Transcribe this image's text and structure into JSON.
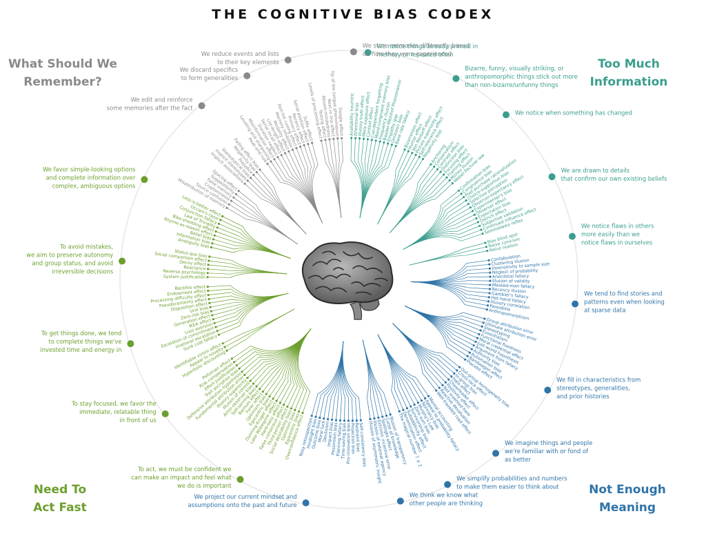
{
  "title": "THE COGNITIVE BIAS CODEX",
  "colors": {
    "remember": "#8a8a8a",
    "info": "#3a9e8e",
    "meaning": "#2f74a8",
    "act": "#6c9f2e",
    "ring": "#e6e6e6"
  },
  "quadrants": {
    "remember": {
      "line1": "What Should We",
      "line2": "Remember?"
    },
    "info": {
      "line1": "Too Much",
      "line2": "Information"
    },
    "act": {
      "line1": "Need To",
      "line2": "Act Fast"
    },
    "meaning": {
      "line1": "Not Enough",
      "line2": "Meaning"
    }
  },
  "center_icon": "brain-icon",
  "groups": [
    {
      "quadrant": "info",
      "label": [
        "We notice things already primed in",
        "memory or repeated often"
      ],
      "biases": [
        "Availability heuristic",
        "Attentional bias",
        "Illusory truth effect",
        "Mere exposure effect",
        "Context effect",
        "Cue-dependent forgetting",
        "Mood-congruent memory bias",
        "Frequency illusion",
        "Baader-Meinhof Phenomenon",
        "Empathy gap",
        "Omission bias",
        "Base rate fallacy"
      ]
    },
    {
      "quadrant": "info",
      "label": [
        "Bizarre, funny, visually striking, or",
        "anthropomorphic things stick out more",
        "than non-bizarre/unfunny things"
      ],
      "biases": [
        "Bizarreness effect",
        "Humor effect",
        "Von Restorff effect",
        "Picture superiority effect",
        "Self-relevance effect",
        "Negativity bias"
      ]
    },
    {
      "quadrant": "info",
      "label": [
        "We notice when something has changed"
      ],
      "biases": [
        "Anchoring",
        "Conservatism",
        "Contrast effect",
        "Distinction bias",
        "Focusing effect",
        "Framing effect",
        "Money illusion",
        "Weber-Fechner law"
      ]
    },
    {
      "quadrant": "info",
      "label": [
        "We are drawn to details",
        "that confirm our own existing beliefs"
      ],
      "biases": [
        "Confirmation bias",
        "Congruence bias",
        "Post-purchase rationalization",
        "Choice-supportive bias",
        "Selective perception",
        "Observer-expectancy effect",
        "Experimenter's bias",
        "Observer effect",
        "Expectation bias",
        "Ostrich effect",
        "Subjective validation",
        "Continued influence effect",
        "Semmelweis reflex"
      ]
    },
    {
      "quadrant": "info",
      "label": [
        "We notice flaws in others",
        "more easily than we",
        "notice flaws in ourselves"
      ],
      "biases": [
        "Bias blind spot",
        "Naive cynicism",
        "Naive realism"
      ]
    },
    {
      "quadrant": "meaning",
      "label": [
        "We tend to find stories and",
        "patterns even when looking",
        "at sparse data"
      ],
      "biases": [
        "Confabulation",
        "Clustering illusion",
        "Insensitivity to sample size",
        "Neglect of probability",
        "Anecdotal fallacy",
        "Illusion of validity",
        "Masked-man fallacy",
        "Recency illusion",
        "Gambler's fallacy",
        "Hot-hand fallacy",
        "Illusory correlation",
        "Pareidolia",
        "Anthropomorphism"
      ]
    },
    {
      "quadrant": "meaning",
      "label": [
        "We fill in characteristics from",
        "stereotypes, generalities,",
        "and prior histories"
      ],
      "biases": [
        "Group attribution error",
        "Ultimate attribution error",
        "Stereotyping",
        "Essentialism",
        "Functional fixedness",
        "Moral credential effect",
        "Just-world hypothesis",
        "Argument from fallacy",
        "Authority bias",
        "Automation bias",
        "Bandwagon effect",
        "Placebo effect"
      ]
    },
    {
      "quadrant": "meaning",
      "label": [
        "We imagine things and people",
        "we're familiar with or fond of",
        "as better"
      ],
      "biases": [
        "Out-group homogeneity bias",
        "Cross-race effect",
        "In-group bias",
        "Halo effect",
        "Cheerleader effect",
        "Positivity effect",
        "Not invented here",
        "Reactive devaluation",
        "Well-traveled road effect"
      ]
    },
    {
      "quadrant": "meaning",
      "label": [
        "We simplify probabilities and numbers",
        "to make them easier to think about"
      ],
      "biases": [
        "Mental accounting",
        "Appeal to probability fallacy",
        "Normalcy bias",
        "Murphy's Law",
        "Zero sum bias",
        "Survivorship bias",
        "Subadditivity effect",
        "Denomination effect",
        "The magical number 7 ± 2"
      ]
    },
    {
      "quadrant": "meaning",
      "label": [
        "We think we know what",
        "other people are thinking"
      ],
      "biases": [
        "Illusion of transparency",
        "Curse of knowledge",
        "Spotlight effect",
        "Extrinsic incentive error",
        "Illusion of external agency",
        "Illusion of asymmetric insight"
      ]
    },
    {
      "quadrant": "meaning",
      "label": [
        "We project our current mindset and",
        "assumptions onto the past and future"
      ],
      "biases": [
        "Self-consistency bias",
        "Restraint bias",
        "Projection bias",
        "Pro-innovation bias",
        "Time-saving bias",
        "Planning fallacy",
        "Pessimism bias",
        "Impact bias",
        "Declinism",
        "Moral luck",
        "Outcome bias",
        "Hindsight bias",
        "Rosy retrospection"
      ]
    },
    {
      "quadrant": "act",
      "label": [
        "To act, we must be confident we",
        "can make an impact and feel what",
        "we do is important"
      ],
      "biases": [
        "Overconfidence effect",
        "Egocentric bias",
        "Optimism bias",
        "Social desirability bias",
        "Third-person effect",
        "False consensus effect",
        "Hard-easy effect",
        "Lake Wobegone effect",
        "Dunning-Kruger effect",
        "Egocentric bias",
        "Optimism bias",
        "Forer effect",
        "Barnum effect",
        "Self-serving bias",
        "Actor-observer bias",
        "Illusion of control",
        "Illusory superiority",
        "Fundamental attribution error",
        "Defensive attribution hypothesis",
        "Trait ascription bias",
        "Effort justification",
        "Risk compensation",
        "Peltzman effect"
      ]
    },
    {
      "quadrant": "act",
      "label": [
        "To stay focused, we favor the",
        "immediate, relatable thing",
        "in front of us"
      ],
      "biases": [
        "Hyperbolic discounting",
        "Appeal to novelty",
        "Identifiable victim effect"
      ]
    },
    {
      "quadrant": "act",
      "label": [
        "To get things done, we tend",
        "to complete things we've",
        "invested time and energy in"
      ],
      "biases": [
        "Sunk cost fallacy",
        "Irrational escalation",
        "Escalation of commitment",
        "Loss aversion",
        "IKEA effect",
        "Generation effect",
        "Zero-risk bias",
        "Unit bias",
        "Disposition effect",
        "Pseudocertainty effect",
        "Processing difficulty effect",
        "Endowment effect",
        "Backfire effect"
      ]
    },
    {
      "quadrant": "act",
      "label": [
        "To avoid mistakes,",
        "we aim to preserve autonomy",
        "and group status, and avoid",
        "irreversible decisions"
      ],
      "biases": [
        "System justification",
        "Reverse psychology",
        "Reactance",
        "Decoy effect",
        "Social comparison effect",
        "Status quo bias"
      ]
    },
    {
      "quadrant": "act",
      "label": [
        "We favor simple-looking options",
        "and complete information over",
        "complex, ambiguous options"
      ],
      "biases": [
        "Ambiguity bias",
        "Information bias",
        "Belief bias",
        "Rhyme-as-reason effect",
        "Bike-shedding effect",
        "Law of Triviality",
        "Conjunction fallacy",
        "Occam's razor",
        "Less-is-better effect"
      ]
    },
    {
      "quadrant": "remember",
      "label": [
        "We edit and reinforce",
        "some memories after the fact"
      ],
      "biases": [
        "Misattribution of memory",
        "Source confusion",
        "Cryptomnesia",
        "False memory",
        "Suggestibility",
        "Spacing effect"
      ]
    },
    {
      "quadrant": "remember",
      "label": [
        "We discard specifics",
        "to form generalities"
      ],
      "biases": [
        "Implicit associations",
        "Implicit stereotypes",
        "Stereotypical bias",
        "Prejudice",
        "Negativity bias",
        "Fading affect bias"
      ]
    },
    {
      "quadrant": "remember",
      "label": [
        "We reduce events and lists",
        "to their key elements"
      ],
      "biases": [
        "Peak-end rule",
        "Leveling and sharpening",
        "Misinformation effect",
        "Duration neglect",
        "Serial recall effect",
        "List-length effect",
        "Modality effect",
        "Memory inhibition",
        "Part-list cueing effect",
        "Primacy effect",
        "Recency effect",
        "Serial position effect",
        "Suffix effect"
      ]
    },
    {
      "quadrant": "remember",
      "label": [
        "We store memories differently based",
        "on how they were experienced"
      ],
      "biases": [
        "Levels of processing effect",
        "Testing effect",
        "Absent-mindedness",
        "Next-in-line effect",
        "Tip of the tongue phenomenon",
        "Google effect"
      ]
    }
  ]
}
